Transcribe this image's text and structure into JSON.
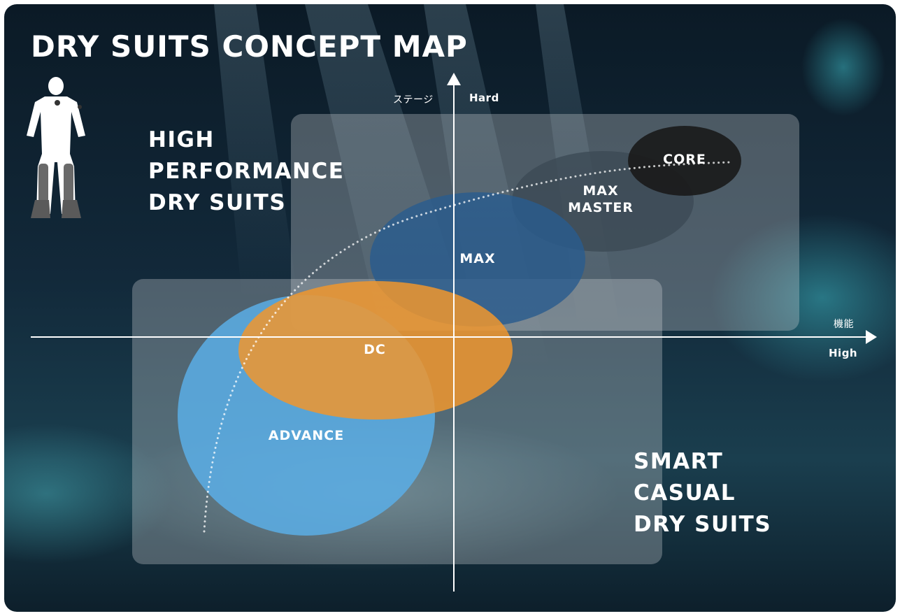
{
  "title": "DRY SUITS CONCEPT MAP",
  "quadrants": {
    "high_performance": [
      "HIGH",
      "PERFORMANCE",
      "DRY SUITS"
    ],
    "smart_casual": [
      "SMART",
      "CASUAL",
      "DRY SUITS"
    ]
  },
  "axes": {
    "y_name": "ステージ",
    "y_end": "Hard",
    "x_name": "機能",
    "x_end": "High"
  },
  "products": {
    "core": "CORE",
    "max_master": [
      "MAX",
      "MASTER"
    ],
    "max": "MAX",
    "dc": "DC",
    "advance": "ADVANCE"
  },
  "colors": {
    "advance": "#5aaee6",
    "dc": "#f0962e",
    "max": "#2a5c8e",
    "max_master": "#3c4a55",
    "core": "#1a1a1a",
    "panel": "#cfd3d8",
    "background_deep": "#0a1c2a",
    "background_teal": "#1f6a72"
  },
  "icons": [
    "dry-suit-icon",
    "arrow-up-icon",
    "arrow-right-icon"
  ]
}
